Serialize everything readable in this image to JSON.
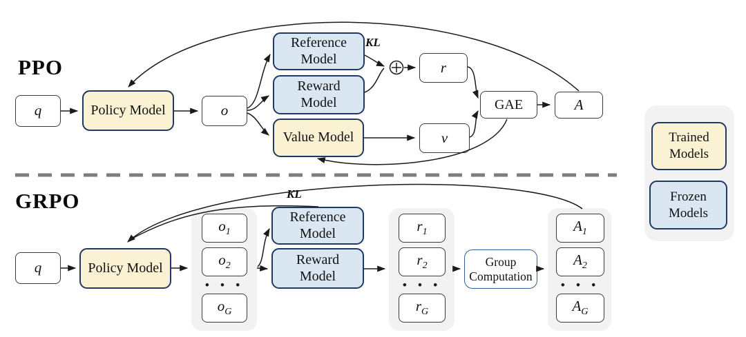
{
  "colors": {
    "trained_fill": "#FBF1D3",
    "frozen_fill": "#DAE7F3",
    "model_border": "#1F3864",
    "container_fill": "#F2F2F2",
    "divider": "#7D7D7D",
    "group_comp_border": "#365F91"
  },
  "legend": {
    "trained_label": "Trained Models",
    "frozen_label": "Frozen Models"
  },
  "ppo": {
    "section_label": "PPO",
    "q_label": "q",
    "policy_label": "Policy Model",
    "o_label": "o",
    "reference_label": "Reference Model",
    "reward_label": "Reward Model",
    "value_label": "Value Model",
    "kl_label": "KL",
    "r_label": "r",
    "v_label": "v",
    "gae_label": "GAE",
    "advantage_label": "A"
  },
  "grpo": {
    "section_label": "GRPO",
    "q_label": "q",
    "policy_label": "Policy Model",
    "kl_label": "KL",
    "reference_label": "Reference Model",
    "reward_label": "Reward Model",
    "group_computation_label": "Group Computation",
    "dots": "• • •",
    "o_items": [
      {
        "base": "o",
        "sub": "1"
      },
      {
        "base": "o",
        "sub": "2"
      },
      {
        "base": "o",
        "sub": "G"
      }
    ],
    "r_items": [
      {
        "base": "r",
        "sub": "1"
      },
      {
        "base": "r",
        "sub": "2"
      },
      {
        "base": "r",
        "sub": "G"
      }
    ],
    "a_items": [
      {
        "base": "A",
        "sub": "1"
      },
      {
        "base": "A",
        "sub": "2"
      },
      {
        "base": "A",
        "sub": "G"
      }
    ]
  }
}
